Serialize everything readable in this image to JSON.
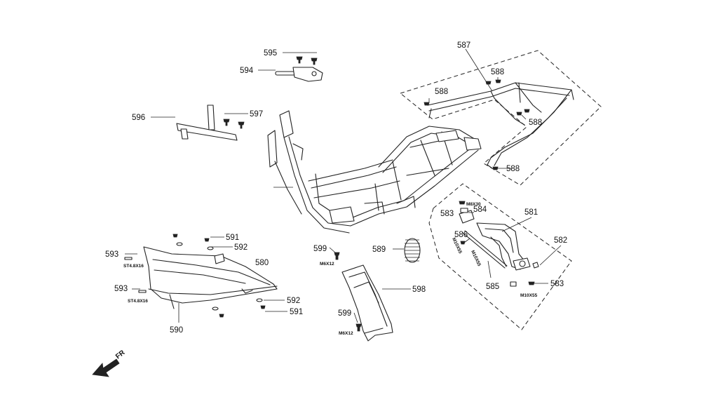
{
  "labels": {
    "p580": "580",
    "p581": "581",
    "p582": "582",
    "p583a": "583",
    "p583b": "583",
    "p584": "584",
    "p585": "585",
    "p586": "586",
    "p587": "587",
    "p588a": "588",
    "p588b": "588",
    "p588c": "588",
    "p588d": "588",
    "p589": "589",
    "p590": "590",
    "p591a": "591",
    "p591b": "591",
    "p592a": "592",
    "p592b": "592",
    "p593a": "593",
    "p593b": "593",
    "p594": "594",
    "p595": "595",
    "p596": "596",
    "p597": "597",
    "p598": "598",
    "p599a": "599",
    "p599b": "599"
  },
  "specs": {
    "s_st_a": "ST4.8X16",
    "s_st_b": "ST4.8X16",
    "s_m6_a": "M6X12",
    "s_m6_b": "M6X12",
    "s_m10_a": "M10X55",
    "s_m10_b": "M10X55",
    "s_m10_c": "M10X55",
    "s_m8": "M8X30"
  },
  "direction": {
    "front": "FR"
  },
  "colors": {
    "ink": "#222222",
    "paper": "#ffffff"
  }
}
